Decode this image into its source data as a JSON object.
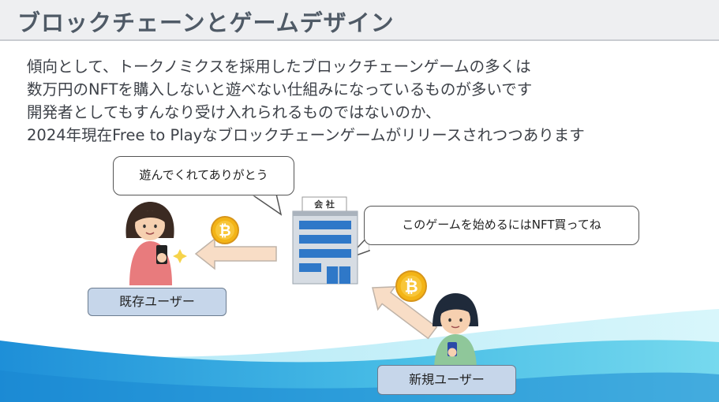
{
  "slide": {
    "title": "ブロックチェーンとゲームデザイン",
    "lines": [
      "傾向として、トークノミクスを採用したブロックチェーンゲームの多くは",
      "数万円のNFTを購入しないと遊べない仕組みになっているものが多いです",
      "開発者としてもすんなり受け入れられるものではないのか、",
      "2024年現在Free to Playなブロックチェーンゲームがリリースされつつあります"
    ]
  },
  "illustration": {
    "company_bubble_to_existing": "遊んでくれてありがとう",
    "company_bubble_to_new": "このゲームを始めるにはNFT買ってね",
    "company_sign": "会 社",
    "existing_user_label": "既存ユーザー",
    "new_user_label": "新規ユーザー",
    "coin_symbol": "₿"
  },
  "colors": {
    "title_bg": "#eeeff1",
    "wave_light": "#b6ecf4",
    "wave_mid": "#63cbe9",
    "wave_dark": "#1e8fd8",
    "label_bg": "#c6d6ea",
    "coin": "#f3b416",
    "arrow_fill": "#f8ddc6"
  }
}
